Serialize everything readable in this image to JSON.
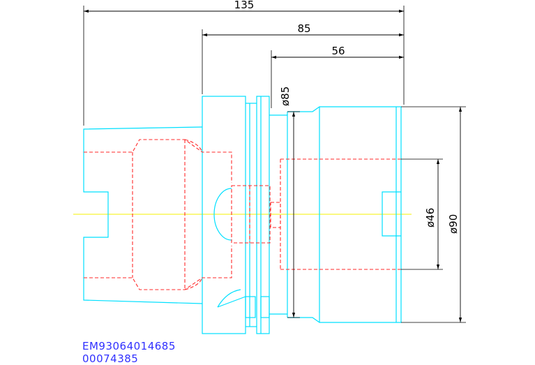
{
  "dimensions": {
    "overall_length": "135",
    "flange_length": "85",
    "body_length": "56",
    "flange_diameter": "ø85",
    "bore_diameter": "ø46",
    "body_diameter": "ø90"
  },
  "identifiers": {
    "part_number": "EM93064014685",
    "code": "00074385"
  },
  "colors": {
    "outline": "#00e0ff",
    "hidden": "#ff2a2a",
    "centerline": "#f5f000",
    "dimension": "#000000",
    "id_text": "#3030ff"
  }
}
